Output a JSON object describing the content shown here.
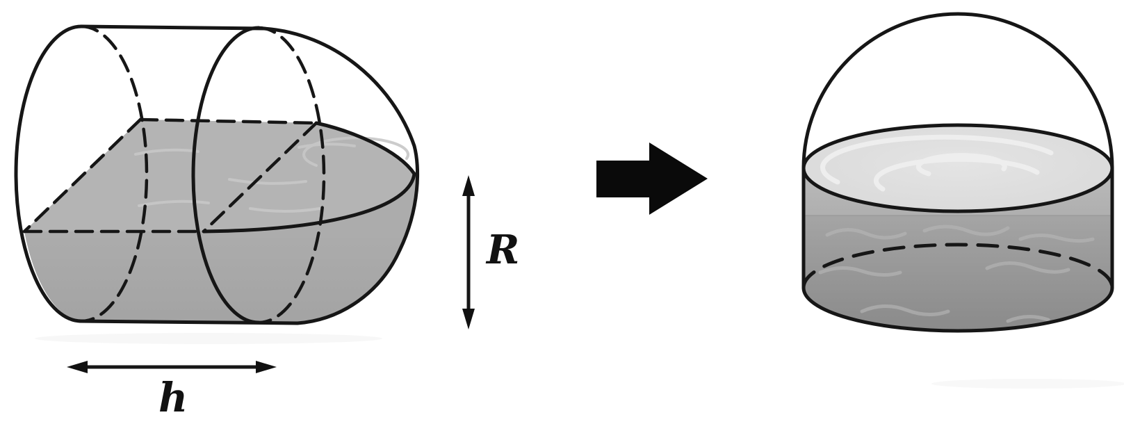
{
  "diagram": {
    "kind": "geometry-illustration",
    "left_figure": {
      "role": "horizontal-tank-half-filled",
      "labels": {
        "height": "h",
        "radius": "R"
      }
    },
    "transform_arrow": {
      "direction": "right"
    },
    "right_figure": {
      "role": "vertical-domed-tank-filled"
    }
  },
  "colors": {
    "background": "#ffffff",
    "stroke": "#161616",
    "arrow_black": "#0a0a0a",
    "left_surface": "#b4b4b4",
    "left_body": "#a8a8a8",
    "left_ripple": "#c7c7c7",
    "right_surface_center": "#e4e4e4",
    "right_surface_edge": "#d2d2d2",
    "right_swirl": "#efefef",
    "right_wall_top": "#b0b0b0",
    "right_wall_bottom": "#8a8a8a",
    "right_wave": "#b6b6b6"
  }
}
